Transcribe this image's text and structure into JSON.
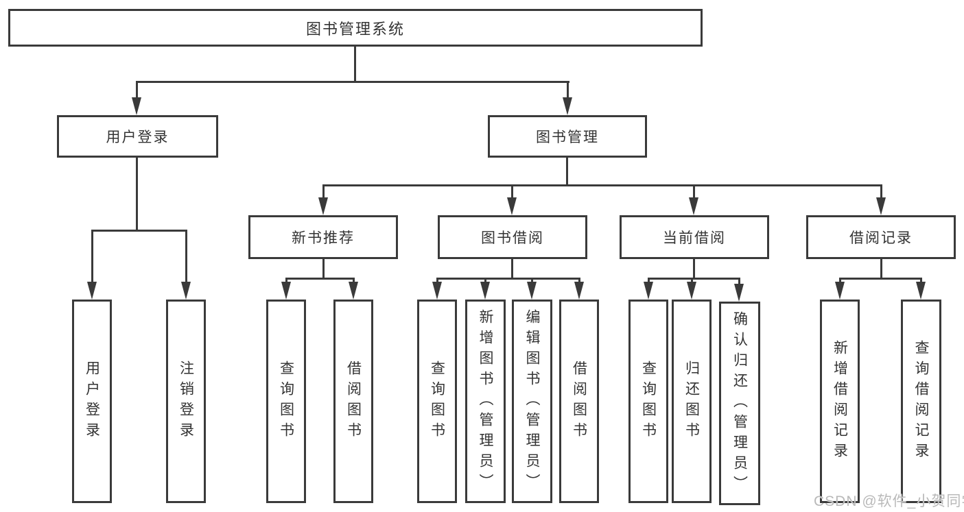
{
  "watermark": "CSDN @软件_小贺同学",
  "colors": {
    "line": "#3a3a3a",
    "text": "#333333",
    "watermark": "#b9b9b9",
    "background": "#ffffff"
  },
  "tree": {
    "root": "图书管理系统",
    "branches": [
      {
        "label": "用户登录",
        "children": [
          "用户登录",
          "注销登录"
        ]
      },
      {
        "label": "图书管理",
        "groups": [
          {
            "label": "新书推荐",
            "children": [
              "查询图书",
              "借阅图书"
            ]
          },
          {
            "label": "图书借阅",
            "children": [
              "查询图书",
              "新增图书（管理员）",
              "编辑图书（管理员）",
              "借阅图书"
            ]
          },
          {
            "label": "当前借阅",
            "children": [
              "查询图书",
              "归还图书",
              "确认归还（管理员）"
            ]
          },
          {
            "label": "借阅记录",
            "children": [
              "新增借阅记录",
              "查询借阅记录"
            ]
          }
        ]
      }
    ]
  }
}
